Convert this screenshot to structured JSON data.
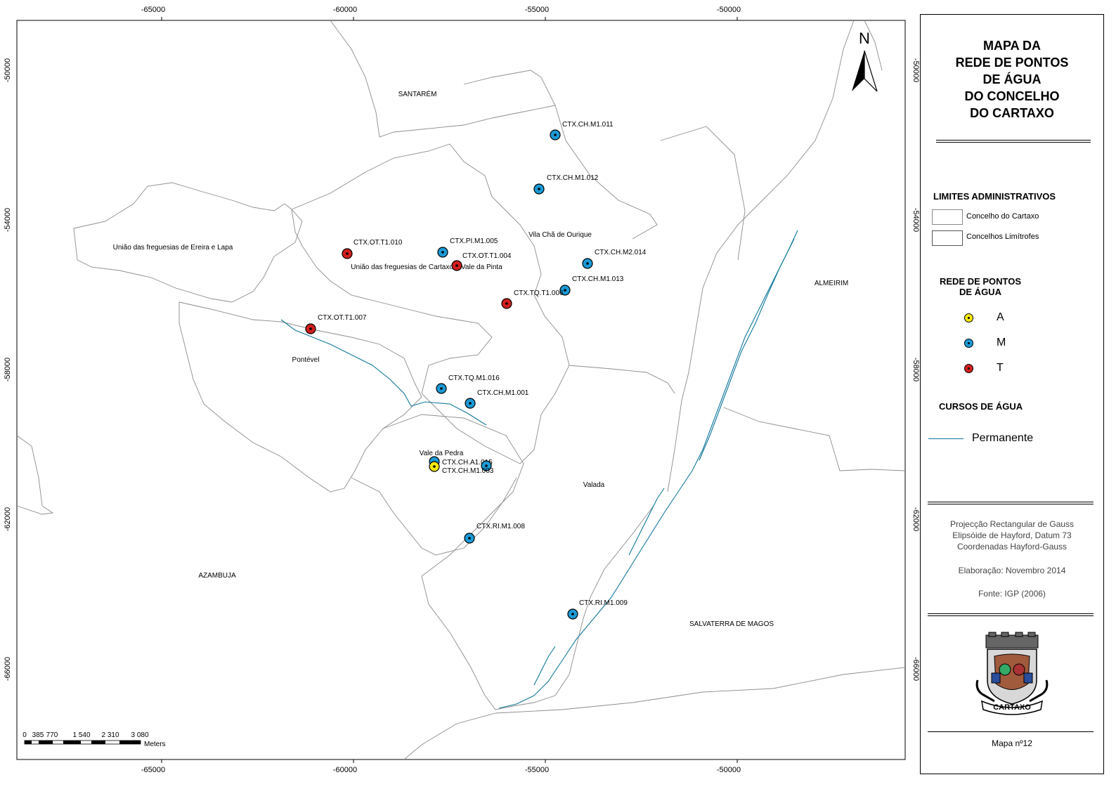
{
  "legend": {
    "title_lines": [
      "MAPA DA",
      "REDE DE PONTOS",
      "DE ÁGUA",
      "DO CONCELHO",
      "DO CARTAXO"
    ],
    "admin_heading": "LIMITES ADMINISTRATIVOS",
    "admin_items": [
      "Concelho do Cartaxo",
      "Concelhos Limítrofes"
    ],
    "points_heading_lines": [
      "REDE DE PONTOS",
      "DE ÁGUA"
    ],
    "point_classes": [
      {
        "label": "A",
        "color": "#f5e90a"
      },
      {
        "label": "M",
        "color": "#1b9ad6"
      },
      {
        "label": "T",
        "color": "#d21e1e"
      }
    ],
    "water_heading": "CURSOS DE ÁGUA",
    "water_items": [
      "Permanente"
    ],
    "projection_lines": [
      "Projecção Rectangular de Gauss",
      "Elipsóide de Hayford, Datum 73",
      "Coordenadas Hayford-Gauss"
    ],
    "elaboration": "Elaboração: Novembro 2014",
    "source": "Fonte:  IGP (2006)",
    "seal_text": "CARTAXO",
    "map_number": "Mapa nº12"
  },
  "map": {
    "north_label": "N",
    "x_ticks": [
      "-65000",
      "-60000",
      "-55000",
      "-50000"
    ],
    "y_ticks": [
      "-50000",
      "-54000",
      "-58000",
      "-62000",
      "-66000"
    ],
    "place_labels": {
      "santarem": "SANTARÉM",
      "ereira_lapa": "União das freguesias de Ereira e Lapa",
      "cartaxo_vale_pinta": "União das freguesias de Cartaxo e Vale da Pinta",
      "vila_cha": "Vila Chã de Ourique",
      "almeirim": "ALMEIRIM",
      "pontevel": "Pontével",
      "vale_pedra": "Vale da Pedra",
      "valada": "Valada",
      "azambuja": "AZAMBUJA",
      "salvaterra": "SALVATERRA DE MAGOS"
    },
    "water_points": [
      {
        "id": "CTX.CH.M1.011",
        "class": "M"
      },
      {
        "id": "CTX.CH.M1.012",
        "class": "M"
      },
      {
        "id": "CTX.PI.M1.005",
        "class": "M"
      },
      {
        "id": "CTX.OT.T1.010",
        "class": "T"
      },
      {
        "id": "CTX.OT.T1.004",
        "class": "T"
      },
      {
        "id": "CTX.CH.M2.014",
        "class": "M"
      },
      {
        "id": "CTX.CH.M1.013",
        "class": "M"
      },
      {
        "id": "CTX.TQ.T1.006",
        "class": "T"
      },
      {
        "id": "CTX.OT.T1.007",
        "class": "T"
      },
      {
        "id": "CTX.TQ.M1.016",
        "class": "M"
      },
      {
        "id": "CTX.CH.M1.001",
        "class": "M"
      },
      {
        "id": "CTX.CH.A1.015",
        "class": "A"
      },
      {
        "id": "CTX.CH.M1.003",
        "class": "M"
      },
      {
        "id": "CTX.RI.M1.008",
        "class": "M"
      },
      {
        "id": "CTX.RI.M1.009",
        "class": "M"
      }
    ],
    "scale_bar": {
      "tick_labels": [
        "0",
        "385",
        "770",
        "1 540",
        "2 310",
        "3 080"
      ],
      "unit": "Meters"
    }
  }
}
